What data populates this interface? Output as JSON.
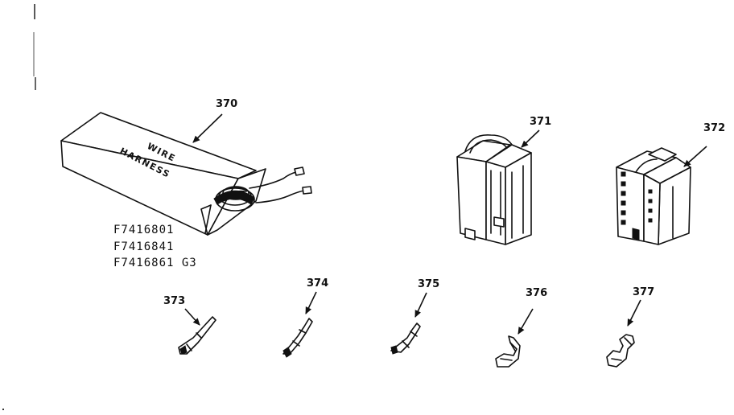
{
  "callouts": {
    "p370": "370",
    "p371": "371",
    "p372": "372",
    "p373": "373",
    "p374": "374",
    "p375": "375",
    "p376": "376",
    "p377": "377"
  },
  "harness_box_text": {
    "line1": "WIRE",
    "line2": "HARNESS"
  },
  "part_numbers": {
    "line1": "F7416801",
    "line2": "F7416841",
    "line3": "F7416861  G3"
  }
}
